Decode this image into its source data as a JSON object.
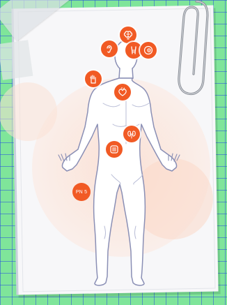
{
  "badge": {
    "label": "PN 5"
  },
  "organs": [
    {
      "id": "brain",
      "icon": "brain-icon"
    },
    {
      "id": "ear",
      "icon": "ear-icon"
    },
    {
      "id": "throat",
      "icon": "throat-icon"
    },
    {
      "id": "eye",
      "icon": "eye-icon"
    },
    {
      "id": "hand",
      "icon": "hand-icon"
    },
    {
      "id": "heart",
      "icon": "heart-icon"
    },
    {
      "id": "kidney",
      "icon": "kidney-icon"
    },
    {
      "id": "intestine",
      "icon": "intestine-icon"
    }
  ],
  "colors": {
    "background": "#7fe59a",
    "grid": "#2850dc",
    "card": "#f7f7f9",
    "accent": "#f15a24",
    "glow": "#fde3d6",
    "outline": "#8a8fb5"
  }
}
